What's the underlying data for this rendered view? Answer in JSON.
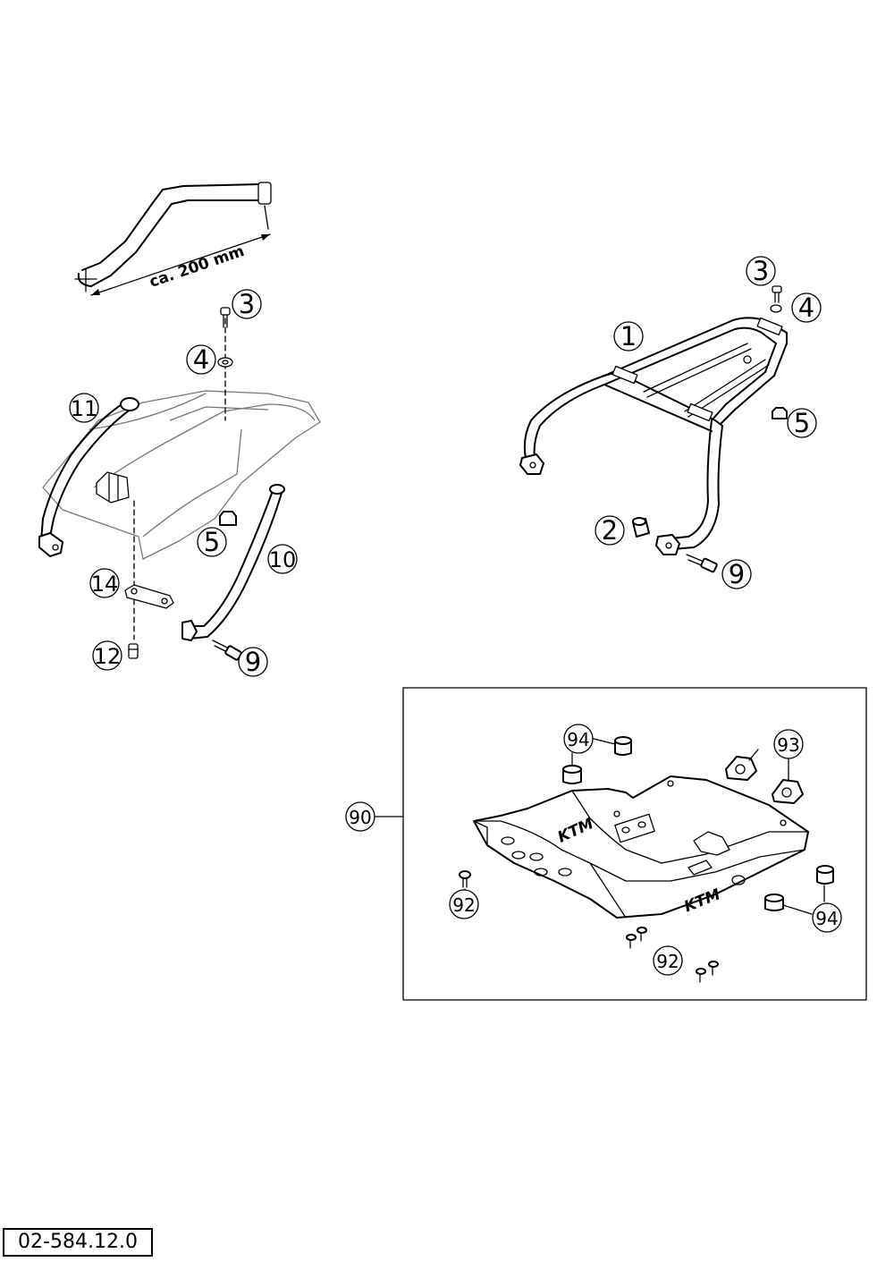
{
  "diagram": {
    "dimension_note": "ca. 200 mm",
    "reference_code": "02-584.12.0",
    "logo_text": "KTM",
    "callouts": {
      "left_3": "3",
      "left_4": "4",
      "left_5": "5",
      "left_9": "9",
      "left_10": "10",
      "left_11": "11",
      "left_12": "12",
      "left_14": "14",
      "right_1": "1",
      "right_2": "2",
      "right_3": "3",
      "right_4": "4",
      "right_5": "5",
      "right_9": "9",
      "box_90": "90",
      "box_92a": "92",
      "box_92b": "92",
      "box_93": "93",
      "box_94a": "94",
      "box_94b": "94"
    }
  }
}
